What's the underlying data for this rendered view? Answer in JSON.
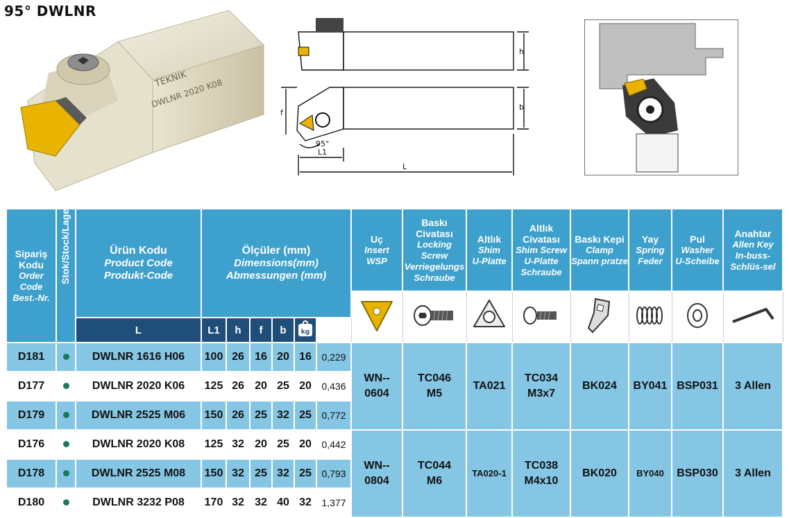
{
  "title": "95° DWLNR",
  "brand": "TEKNIK",
  "holder_marking": "DWLNR 2020 K08",
  "drawing": {
    "angle": "95°",
    "labels": {
      "h": "h",
      "b": "b",
      "f": "f",
      "L1": "L1",
      "L": "L"
    }
  },
  "header": {
    "order": {
      "tr": "Sipariş Kodu",
      "en": "Order Code",
      "de": "Best.-Nr."
    },
    "stock": {
      "tr": "Stok",
      "rest": "/Stock/Lager"
    },
    "product": {
      "tr": "Ürün Kodu",
      "en": "Product Code",
      "de": "Produkt-Code"
    },
    "dimensions": {
      "tr": "Ölçüler (mm)",
      "en": "Dimensions(mm)",
      "de": "Abmessungen (mm)"
    },
    "dim_cols": [
      "L",
      "L1",
      "h",
      "f",
      "b"
    ],
    "weight_icon": "kg",
    "insert": {
      "tr": "Uç",
      "en": "Insert",
      "de": "WSP"
    },
    "clamp_screw": {
      "tr": "Baskı Civatası",
      "en": "Locking Screw",
      "de": "Verriegelungs Schraube"
    },
    "shim": {
      "tr": "Altlık",
      "en": "Shim",
      "de": "U-Platte"
    },
    "shim_screw": {
      "tr": "Altlık Civatası",
      "en": "Shim Screw",
      "de": "U-Platte Schraube"
    },
    "clamp": {
      "tr": "Baskı Kepi",
      "en": "Clamp",
      "de": "Spann pratze"
    },
    "spring": {
      "tr": "Yay",
      "en": "Spring",
      "de": "Feder"
    },
    "washer": {
      "tr": "Pul",
      "en": "Washer",
      "de": "U-Scheibe"
    },
    "key": {
      "tr": "Anahtar",
      "en": "Allen Key",
      "de": "In-buss-Schlüs-sel"
    }
  },
  "icons": [
    "insert-icon",
    "screw-icon",
    "shim-icon",
    "shim-screw-icon",
    "clamp-icon",
    "spring-icon",
    "washer-icon",
    "allen-key-icon"
  ],
  "rows": [
    {
      "order": "D181",
      "product": "DWLNR 1616 H06",
      "L": "100",
      "L1": "26",
      "h": "16",
      "f": "20",
      "b": "16",
      "kg": "0,229"
    },
    {
      "order": "D177",
      "product": "DWLNR 2020 K06",
      "L": "125",
      "L1": "26",
      "h": "20",
      "f": "25",
      "b": "20",
      "kg": "0,436"
    },
    {
      "order": "D179",
      "product": "DWLNR 2525 M06",
      "L": "150",
      "L1": "26",
      "h": "25",
      "f": "32",
      "b": "25",
      "kg": "0,772"
    },
    {
      "order": "D176",
      "product": "DWLNR 2020 K08",
      "L": "125",
      "L1": "32",
      "h": "20",
      "f": "25",
      "b": "20",
      "kg": "0,442"
    },
    {
      "order": "D178",
      "product": "DWLNR 2525 M08",
      "L": "150",
      "L1": "32",
      "h": "25",
      "f": "32",
      "b": "25",
      "kg": "0,793"
    },
    {
      "order": "D180",
      "product": "DWLNR 3232 P08",
      "L": "170",
      "L1": "32",
      "h": "32",
      "f": "40",
      "b": "32",
      "kg": "1,377"
    }
  ],
  "groups": [
    {
      "insert": "WN--\n0604",
      "clamp_screw": "TC046\nM5",
      "shim": "TA021",
      "shim_screw": "TC034\nM3x7",
      "clamp": "BK024",
      "spring": "BY041",
      "washer": "BSP031",
      "key": "3 Allen"
    },
    {
      "insert": "WN--\n0804",
      "clamp_screw": "TC044\nM6",
      "shim": "TA020-1",
      "shim_screw": "TC038\nM4x10",
      "clamp": "BK020",
      "spring": "BY040",
      "washer": "BSP030",
      "key": "3 Allen"
    }
  ],
  "colors": {
    "header": "#3ea0cc",
    "dim_header": "#1f4e79",
    "row_blue": "#85c6e4",
    "stock_dot": "#1a7a5a",
    "insert_gold": "#e8b400"
  }
}
